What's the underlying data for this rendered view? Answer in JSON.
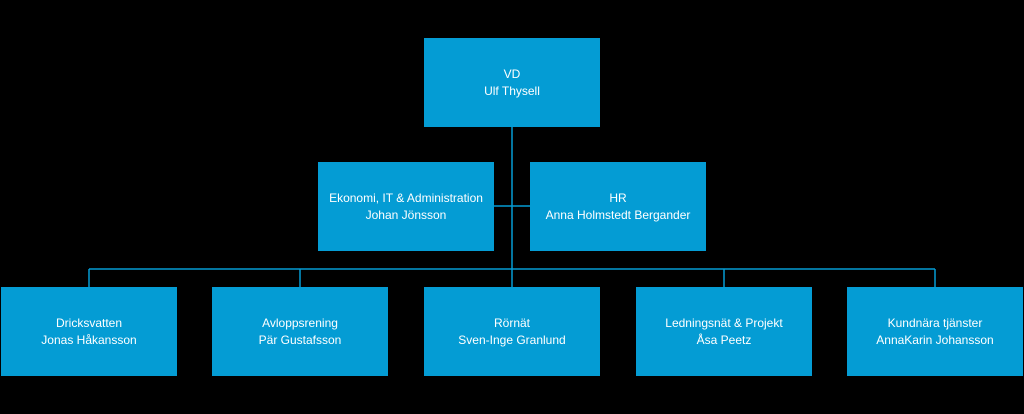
{
  "colors": {
    "background": "#000000",
    "box_fill": "#049cd4",
    "text": "#ffffff",
    "connector": "#049cd4"
  },
  "org": {
    "ceo": {
      "role": "VD",
      "name": "Ulf Thysell"
    },
    "staff": [
      {
        "role": "Ekonomi, IT & Administration",
        "name": "Johan Jönsson"
      },
      {
        "role": "HR",
        "name": "Anna Holmstedt  Bergander"
      }
    ],
    "departments": [
      {
        "role": "Dricksvatten",
        "name": "Jonas Håkansson"
      },
      {
        "role": "Avloppsrening",
        "name": "Pär Gustafsson"
      },
      {
        "role": "Rörnät",
        "name": "Sven-Inge  Granlund"
      },
      {
        "role": "Ledningsnät  & Projekt",
        "name": "Åsa Peetz"
      },
      {
        "role": "Kundnära tjänster",
        "name": "AnnaKarin Johansson"
      }
    ]
  }
}
